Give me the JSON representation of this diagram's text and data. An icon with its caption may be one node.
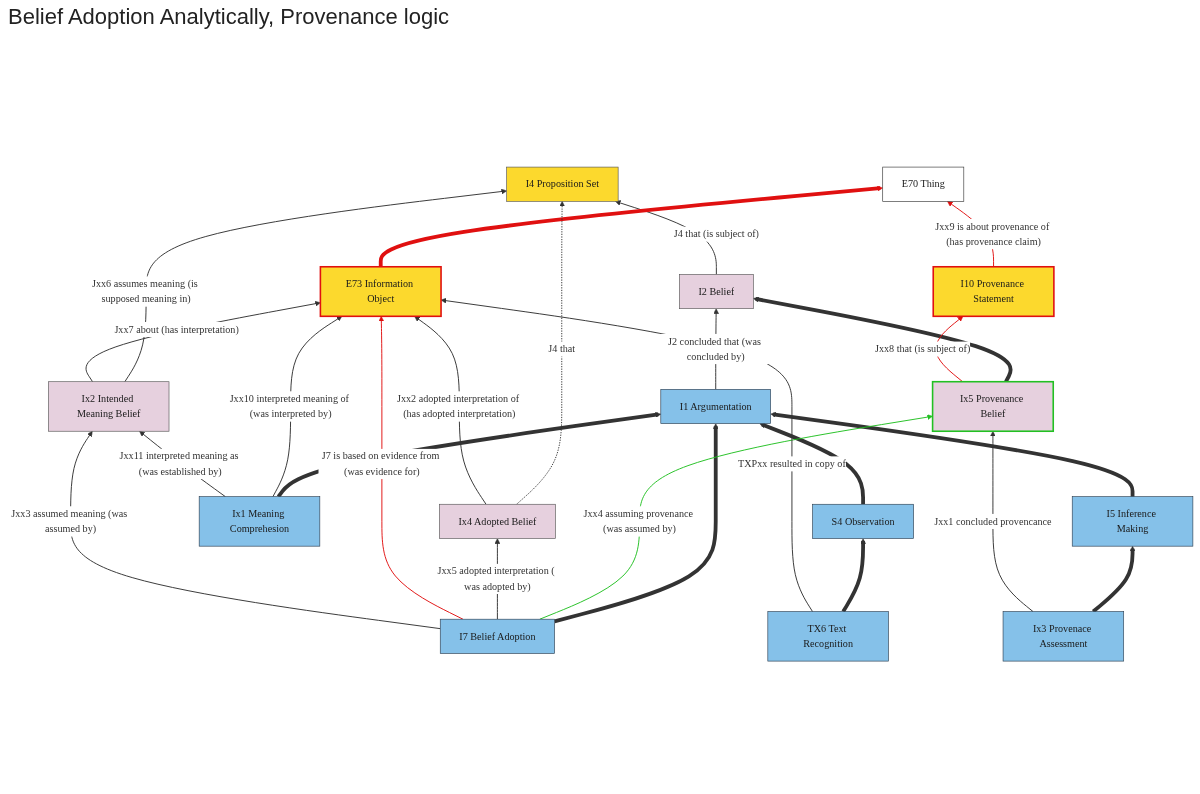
{
  "diagram": {
    "title": "Belief Adoption Analytically, Provenance logic",
    "nodes": [
      {
        "text": [
          "I1 Argumentation"
        ]
      },
      {
        "text": [
          "I2 Belief"
        ]
      },
      {
        "text": [
          "S4 Observation"
        ]
      },
      {
        "text": [
          "Ix1 Meaning Comprehesion"
        ]
      },
      {
        "text": [
          "I7 Belief Adoption"
        ]
      },
      {
        "text": [
          "I5 Inference Making"
        ]
      },
      {
        "text": [
          "Ix3 Provenace Assessment"
        ]
      },
      {
        "text": [
          "Ix5 Provenance Belief"
        ]
      },
      {
        "text": [
          "TX6 Text Recognition"
        ]
      },
      {
        "text": [
          "I10 Provenance Statement"
        ]
      },
      {
        "text": [
          "Ix4 Adopted Belief"
        ]
      },
      {
        "text": [
          "E70 Thing"
        ]
      },
      {
        "text": [
          "E73 Information Object"
        ]
      },
      {
        "text": [
          "Ix2 Intended Meaning Belief"
        ]
      },
      {
        "text": [
          "I4 Proposition Set"
        ]
      }
    ],
    "edges": [
      {
        "from": 2,
        "to": 0,
        "arrow": "to",
        "style": "thick"
      },
      {
        "from": 3,
        "to": 0,
        "arrow": "to",
        "style": "thick"
      },
      {
        "from": 4,
        "to": 0,
        "arrow": "to",
        "style": "thick"
      },
      {
        "from": 5,
        "to": 0,
        "arrow": "to",
        "style": "thick"
      },
      {
        "from": 0,
        "to": 1,
        "arrow": "to",
        "label": "J2 concluded that (was concluded by)"
      },
      {
        "from": 1,
        "to": 14,
        "arrow": "to",
        "label": "J4 that (is subject of)"
      },
      {
        "from": 8,
        "to": 2,
        "arrow": "to",
        "style": "thick"
      },
      {
        "from": 6,
        "to": 5,
        "arrow": "to",
        "style": "thick"
      },
      {
        "from": 7,
        "to": 1,
        "arrow": "to",
        "style": "thick"
      },
      {
        "from": 6,
        "to": 7,
        "arrow": "to",
        "label": "Jxx1 concluded provencance"
      },
      {
        "from": 7,
        "to": 9,
        "arrow": "to",
        "label": "Jxx8 that (is subject of)",
        "color": "#e01010"
      },
      {
        "from": 4,
        "to": 7,
        "arrow": "to",
        "label": "Jxx4 assuming provenance (was assumed by)",
        "color": "#22c022"
      },
      {
        "from": 4,
        "to": 10,
        "arrow": "to",
        "label": "Jxx5 adopted interpretation ( was adopted by)"
      },
      {
        "from": 4,
        "to": 12,
        "arrow": "to",
        "label": "J7 is based on evidence from (was evidence for)",
        "color": "#e01010"
      },
      {
        "from": 4,
        "to": 13,
        "arrow": "to",
        "label": "Jxx3 assumed meaning (was assumed by)"
      },
      {
        "from": 3,
        "to": 12,
        "arrow": "to",
        "label": "Jxx10 interpreted meaning of (was interpreted by)"
      },
      {
        "from": 3,
        "to": 13,
        "arrow": "to",
        "label": "Jxx11 interpreted meaning as (was established by)"
      },
      {
        "from": 9,
        "to": 11,
        "arrow": "to",
        "label": "Jxx9 is about provenance of (has provenance claim)",
        "color": "#e01010"
      },
      {
        "from": 8,
        "to": 12,
        "arrow": "to",
        "label": "TXPxx resulted in copy of"
      },
      {
        "from": 12,
        "to": 11,
        "arrow": "to",
        "style": "thick",
        "color": "#e01010"
      },
      {
        "from": 10,
        "to": 14,
        "arrow": "to",
        "label": "J4 that",
        "style": "dashed"
      },
      {
        "from": 13,
        "to": 14,
        "arrow": "to",
        "label": "Jxx6 assumes meaning (is supposed meaning in)"
      },
      {
        "from": 13,
        "to": 12,
        "arrow": "to",
        "label": "Jxx7 about (has interpretation)"
      },
      {
        "from": 10,
        "to": 12,
        "arrow": "to",
        "label": "Jxx2 adopted interpretation of (has adopted interpretation)"
      }
    ]
  }
}
